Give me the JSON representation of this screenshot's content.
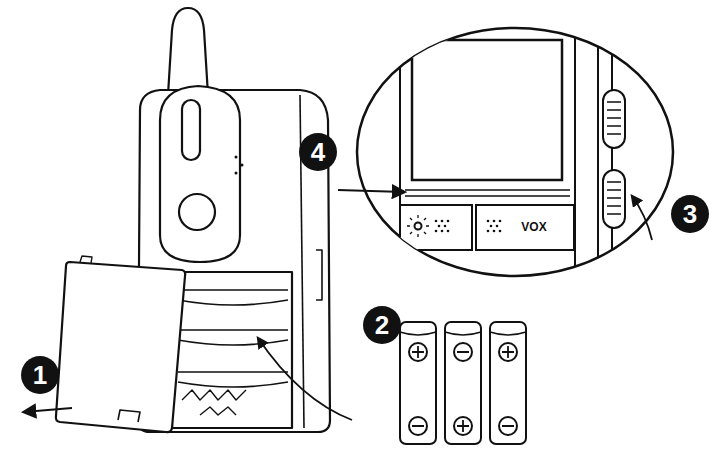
{
  "diagram": {
    "nodes": [
      {
        "text": [
          "1"
        ]
      },
      {
        "text": [
          "2"
        ]
      },
      {
        "text": [
          "3"
        ]
      },
      {
        "text": [
          "4"
        ]
      }
    ],
    "labels": [
      "VOX"
    ]
  }
}
